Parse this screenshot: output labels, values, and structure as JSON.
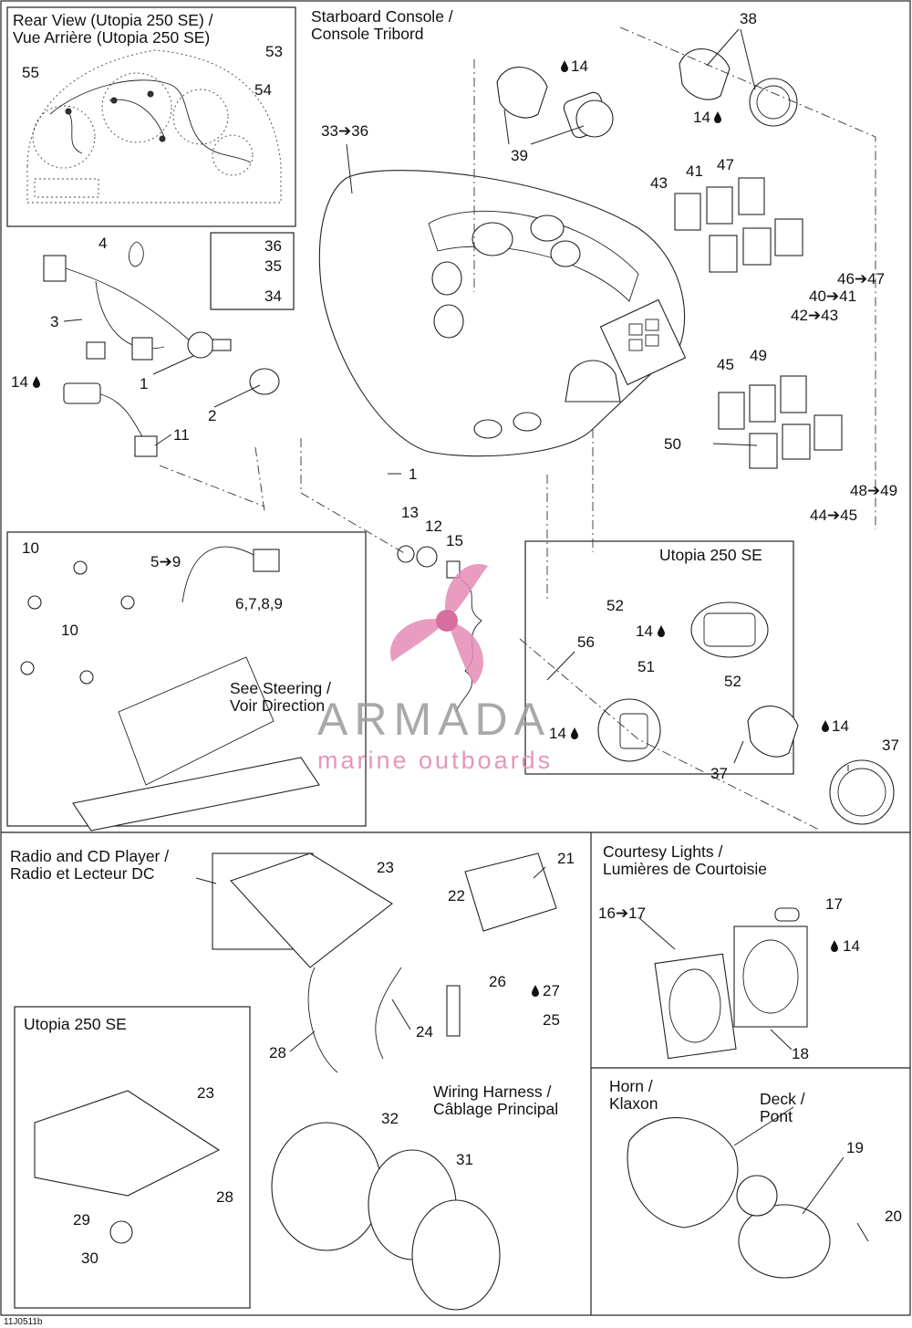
{
  "diagram_code": "11J0511b",
  "sections": {
    "rear_view": "Rear View (Utopia 250 SE) / Vue Arrière (Utopia 250 SE)",
    "starboard_console": "Starboard Console / Console Tribord",
    "utopia_gauge": "Utopia 250 SE",
    "steering": "See Steering / Voir Direction",
    "radio": "Radio and CD Player / Radio et Lecteur DC",
    "radio_utopia": "Utopia 250 SE",
    "courtesy_lights": "Courtesy Lights / Lumières de Courtoisie",
    "horn": "Horn / Klaxon",
    "deck": "Deck / Pont",
    "wiring_harness": "Wiring Harness / Câblage Principal"
  },
  "watermark": {
    "brand": "ARMADA",
    "tagline": "marine outboards",
    "accent": "#e48bb5"
  },
  "callouts": {
    "c1a": "1",
    "c1b": "1",
    "c2": "2",
    "c3": "3",
    "c4": "4",
    "c5_9": "5➔9",
    "c6789": "6,7,8,9",
    "c10a": "10",
    "c10b": "10",
    "c11": "11",
    "c12": "12",
    "c13": "13",
    "c14_harness": "14",
    "c14_gauge39": "14",
    "c14_gauge38": "14",
    "c14_utopia52": "14",
    "c14_gauge51": "14",
    "c14_gauge37": "14",
    "c14_light": "14",
    "c15": "15",
    "c16_17": "16➔17",
    "c17": "17",
    "c18": "18",
    "c19": "19",
    "c20": "20",
    "c21": "21",
    "c22": "22",
    "c23a": "23",
    "c23b": "23",
    "c24": "24",
    "c25": "25",
    "c26": "26",
    "c27": "27",
    "c28a": "28",
    "c28b": "28",
    "c29": "29",
    "c30": "30",
    "c31": "31",
    "c32": "32",
    "c33_36": "33➔36",
    "c34": "34",
    "c35": "35",
    "c36": "36",
    "c37a": "37",
    "c37b": "37",
    "c38": "38",
    "c39": "39",
    "c40_41": "40➔41",
    "c41": "41",
    "c42_43": "42➔43",
    "c43": "43",
    "c44_45": "44➔45",
    "c45": "45",
    "c46_47": "46➔47",
    "c47": "47",
    "c48_49": "48➔49",
    "c49": "49",
    "c50": "50",
    "c51": "51",
    "c52a": "52",
    "c52b": "52",
    "c53": "53",
    "c54": "54",
    "c55": "55",
    "c56": "56"
  }
}
